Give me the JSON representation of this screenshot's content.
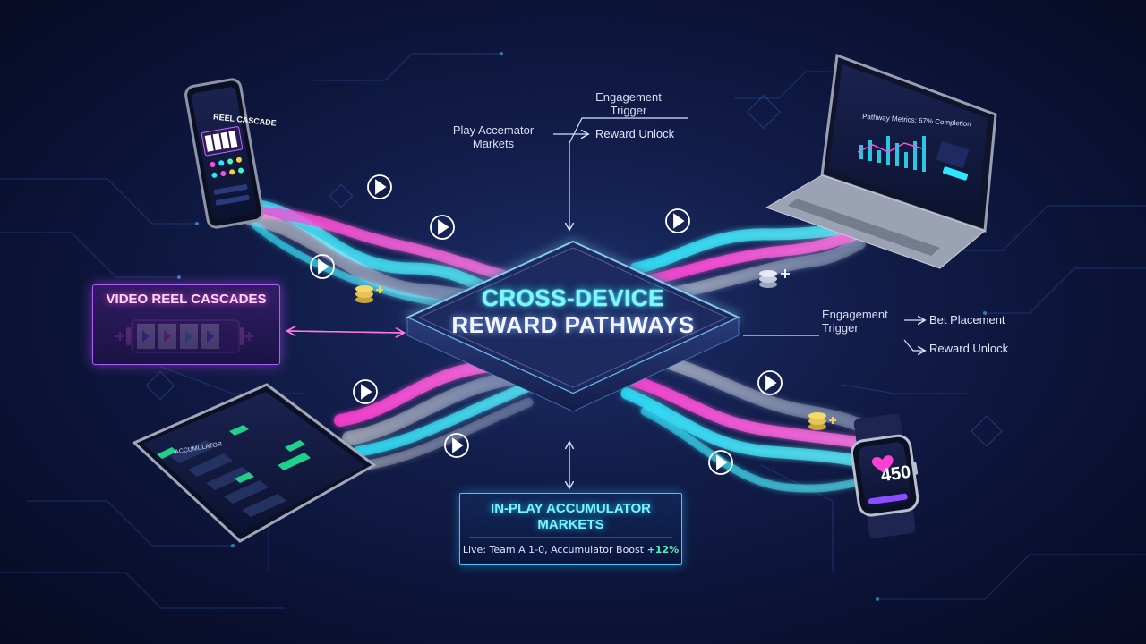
{
  "diagram": {
    "center": {
      "line1": "CROSS-DEVICE",
      "line2": "REWARD PATHWAYS"
    },
    "video_reel": {
      "title": "VIDEO REEL CASCADES"
    },
    "accumulator": {
      "title_line1": "IN-PLAY ACCUMULATOR",
      "title_line2": "MARKETS",
      "live_text": "Live: Team A 1-0, Accumulator Boost",
      "boost": "+12%"
    },
    "top_flow": {
      "engagement_trigger": "Engagement Trigger",
      "play_accumulator": "Play Accemator Markets",
      "reward_unlock": "Reward Unlock"
    },
    "right_flow": {
      "engagement_trigger": "Engagement Trigger",
      "bet_placement": "Bet Placement",
      "reward_unlock": "Reward Unlock"
    },
    "devices": {
      "phone_screen_title": "REEL CASCADE",
      "laptop_screen_title": "Pathway Metrics: 67% Completion",
      "tablet_screen_title": "ACCUMULATOR",
      "watch_value": "450"
    },
    "colors": {
      "cyan": "#2fe6ff",
      "magenta": "#ff3fd2",
      "white_stream": "#e8f0ff",
      "panel_border": "#3dc8ff",
      "reel_border": "#b05cff",
      "boost_green": "#4cf3c4"
    }
  }
}
